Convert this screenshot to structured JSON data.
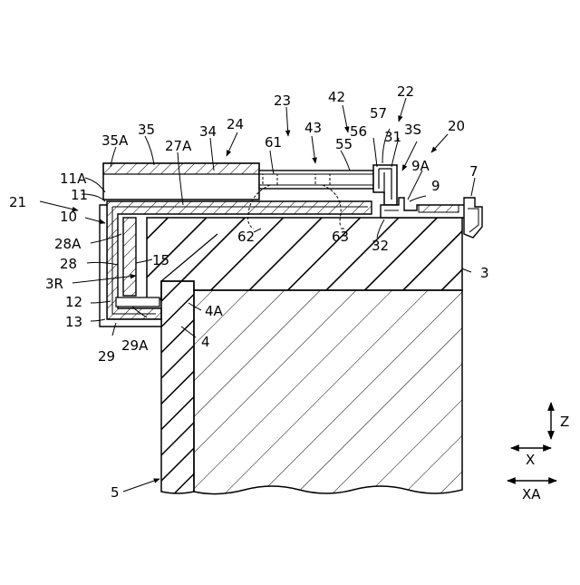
{
  "diagram": {
    "reference_numerals": {
      "n23": "23",
      "n42": "42",
      "n22": "22",
      "n57": "57",
      "n24": "24",
      "n43": "43",
      "n56": "56",
      "n3S": "3S",
      "n20": "20",
      "n35A": "35A",
      "n35": "35",
      "n27A": "27A",
      "n34": "34",
      "n61": "61",
      "n55": "55",
      "n31": "31",
      "n9A": "9A",
      "n7": "7",
      "n11A": "11A",
      "n21": "21",
      "n11": "11",
      "n9": "9",
      "n10": "10",
      "n62": "62",
      "n63": "63",
      "n32": "32",
      "n28A": "28A",
      "n28": "28",
      "n15": "15",
      "n3R": "3R",
      "n3": "3",
      "n12": "12",
      "n4A": "4A",
      "n13": "13",
      "n4": "4",
      "n29": "29",
      "n29A": "29A",
      "n5": "5"
    },
    "axes": {
      "z": "Z",
      "x": "X",
      "xa": "XA"
    }
  }
}
